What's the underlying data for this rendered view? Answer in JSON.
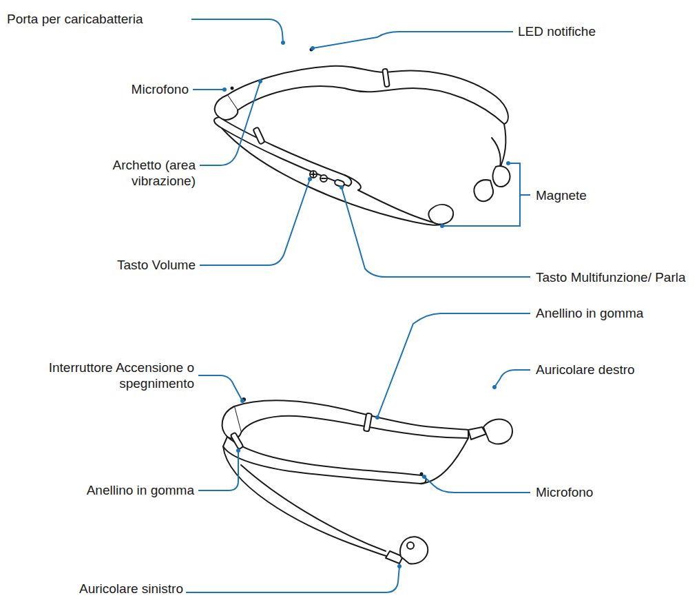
{
  "diagram": {
    "labels": [
      "Porta per caricabatteria",
      "LED notifiche",
      "Microfono",
      "Archetto (area vibrazione)",
      "Magnete",
      "Tasto Volume",
      "Tasto Multifunzione/ Parla",
      "Anellino in gomma",
      "Interruttore Accensione o spegnimento",
      "Auricolare destro",
      "Anellino in gomma",
      "Microfono",
      "Auricolare sinistro"
    ]
  }
}
